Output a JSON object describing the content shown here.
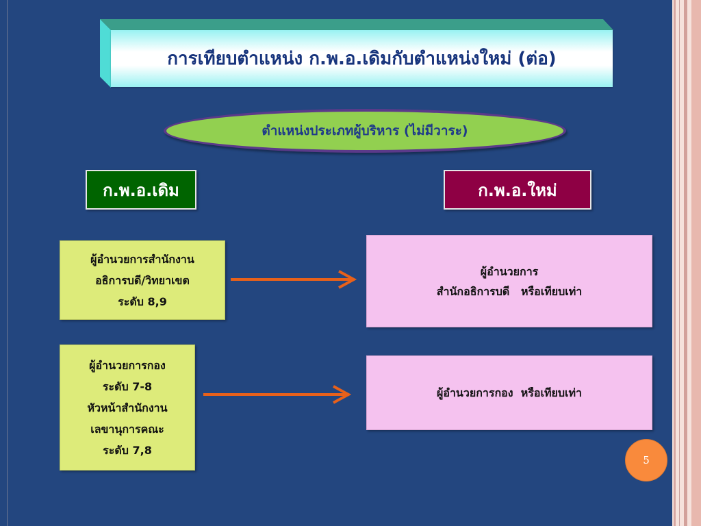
{
  "slide": {
    "title": "การเทียบตำแหน่ง ก.พ.อ.เดิมกับตำแหน่งใหม่ (ต่อ)",
    "subtitle": "ตำแหน่งประเภทผู้บริหาร (ไม่มีวาระ)",
    "old_header": "ก.พ.อ.เดิม",
    "new_header": "ก.พ.อ.ใหม่",
    "old_items": [
      {
        "lines": [
          "ผู้อำนวยการสำนักงาน",
          "อธิการบดี/วิทยาเขต",
          "ระดับ 8,9"
        ]
      },
      {
        "lines": [
          "ผู้อำนวยการกอง",
          "ระดับ 7-8",
          "หัวหน้าสำนักงาน",
          "เลขานุการคณะ",
          "ระดับ 7,8"
        ]
      }
    ],
    "new_items": [
      {
        "lines": [
          "ผู้อำนวยการ",
          "สำนักอธิการบดี   หรือเทียบเท่า"
        ]
      },
      {
        "lines": [
          "ผู้อำนวยการกอง  หรือเทียบเท่า"
        ]
      }
    ],
    "page_number": "5"
  },
  "colors": {
    "background": "#23467f",
    "old_header": "#006400",
    "new_header": "#8e0044",
    "old_box": "#ddeb7a",
    "new_box": "#f5c2ef",
    "oval": "#92d050",
    "arrow": "#e8611a",
    "page_badge": "#f98a3c"
  }
}
